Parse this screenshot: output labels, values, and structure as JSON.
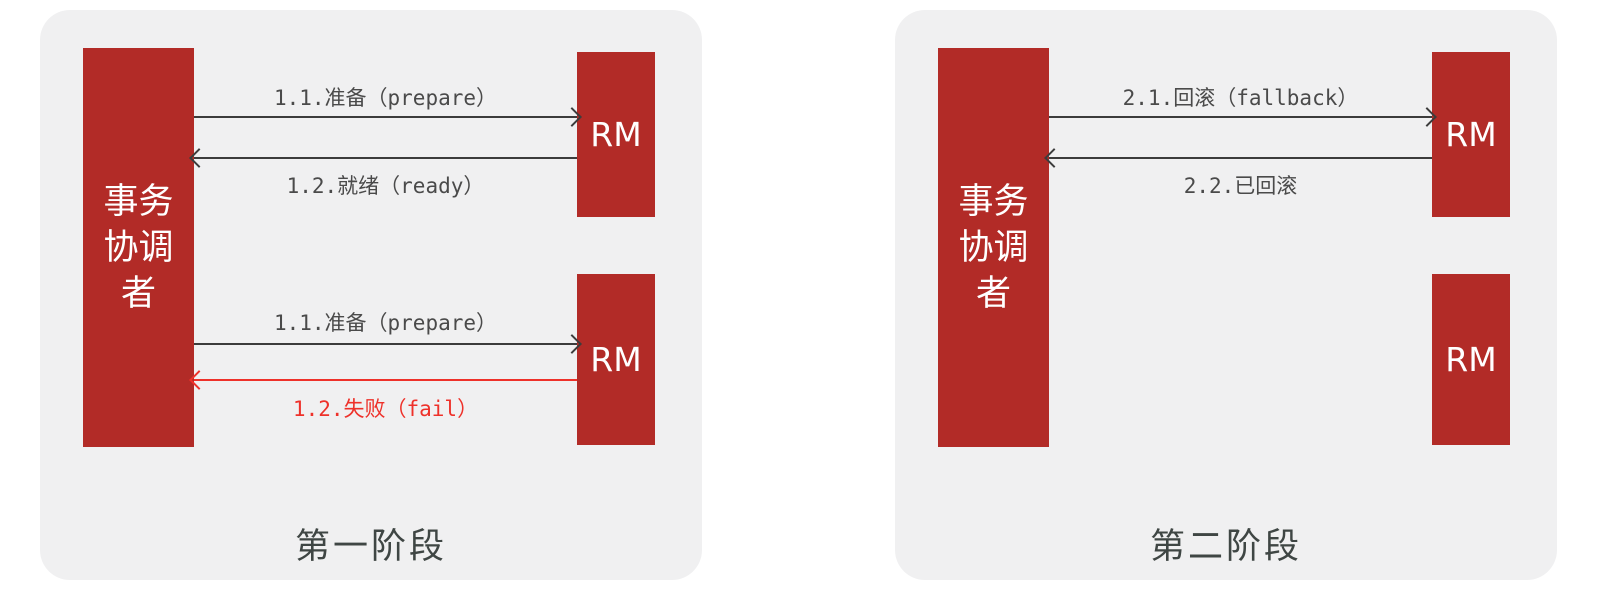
{
  "colors": {
    "box_red": "#b22b27",
    "alert_red": "#ee312a",
    "panel_bg": "#f0f0f1",
    "arrow_dark": "#3c3c3c",
    "label_gray": "#4a4a4a",
    "caption_gray": "#3f4644",
    "box_text_white": "#ffffff"
  },
  "diagram": {
    "type": "sequence-diagram",
    "topic": "two-phase-commit"
  },
  "panels": [
    {
      "caption": "第一阶段",
      "coordinator_lines": [
        "事务",
        "协调",
        "者"
      ],
      "groups": [
        {
          "rm_label": "RM",
          "messages": [
            {
              "label": "1.1.准备（prepare）",
              "direction": "right",
              "color": "dark"
            },
            {
              "label": "1.2.就绪（ready）",
              "direction": "left",
              "color": "dark"
            }
          ]
        },
        {
          "rm_label": "RM",
          "messages": [
            {
              "label": "1.1.准备（prepare）",
              "direction": "right",
              "color": "dark"
            },
            {
              "label": "1.2.失败（fail）",
              "direction": "left",
              "color": "red"
            }
          ]
        }
      ]
    },
    {
      "caption": "第二阶段",
      "coordinator_lines": [
        "事务",
        "协调",
        "者"
      ],
      "groups": [
        {
          "rm_label": "RM",
          "messages": [
            {
              "label": "2.1.回滚（fallback）",
              "direction": "right",
              "color": "dark"
            },
            {
              "label": "2.2.已回滚",
              "direction": "left",
              "color": "dark"
            }
          ]
        },
        {
          "rm_label": "RM",
          "messages": []
        }
      ]
    }
  ]
}
